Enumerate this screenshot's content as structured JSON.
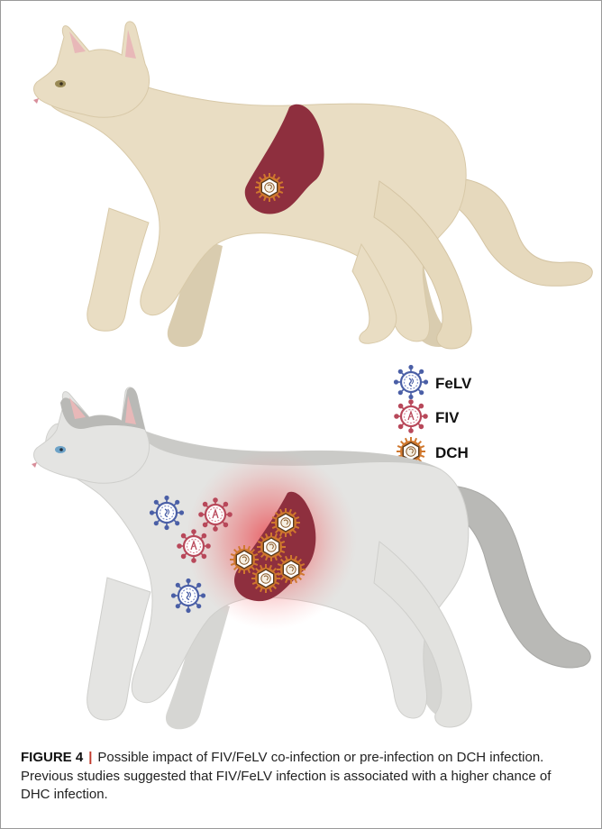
{
  "legend": {
    "items": [
      {
        "label": "FeLV",
        "color": "#4a5fa6"
      },
      {
        "label": "FIV",
        "color": "#b8485a"
      },
      {
        "label": "DCH",
        "color": "#d0782e"
      }
    ]
  },
  "caption": {
    "label": "FIGURE 4",
    "separator": "|",
    "text": "Possible impact of FIV/FeLV co-infection or pre-infection on DCH infection. Previous studies suggested that FIV/FeLV infection is associated with a higher chance of DHC infection."
  },
  "colors": {
    "tan_cat_body": "#e9ddc3",
    "grey_cat_body": "#e4e4e2",
    "grey_cat_patch": "#b9b9b6",
    "liver": "#8e2f3e",
    "inflammation_glow": "#e8323a",
    "felv": "#4a5fa6",
    "fiv": "#b8485a",
    "dch": "#d0782e"
  }
}
